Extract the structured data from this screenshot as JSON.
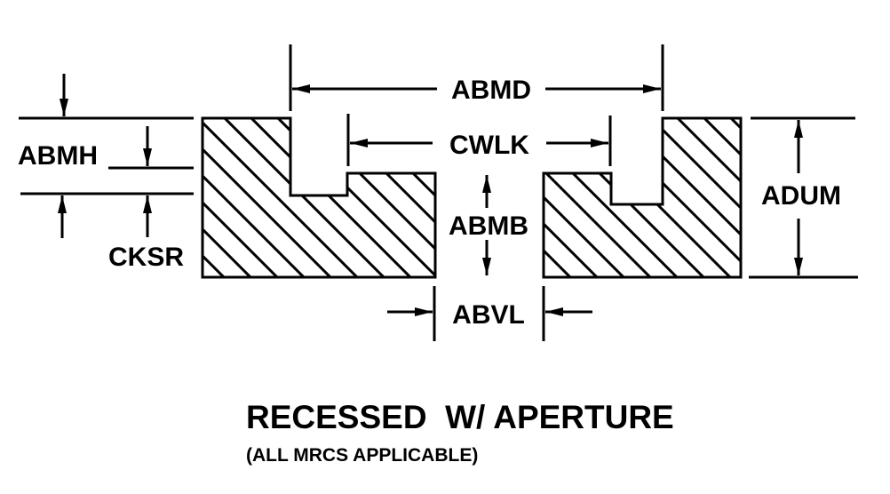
{
  "diagram": {
    "title": "RECESSED  W/ APERTURE",
    "subtitle": "(ALL MRCS APPLICABLE)",
    "dimensions": {
      "abmd": "ABMD",
      "cwlk": "CWLK",
      "abmh": "ABMH",
      "cksr": "CKSR",
      "abmb": "ABMB",
      "abvl": "ABVL",
      "adum": "ADUM"
    },
    "colors": {
      "ink": "#000000",
      "background": "#ffffff"
    }
  }
}
